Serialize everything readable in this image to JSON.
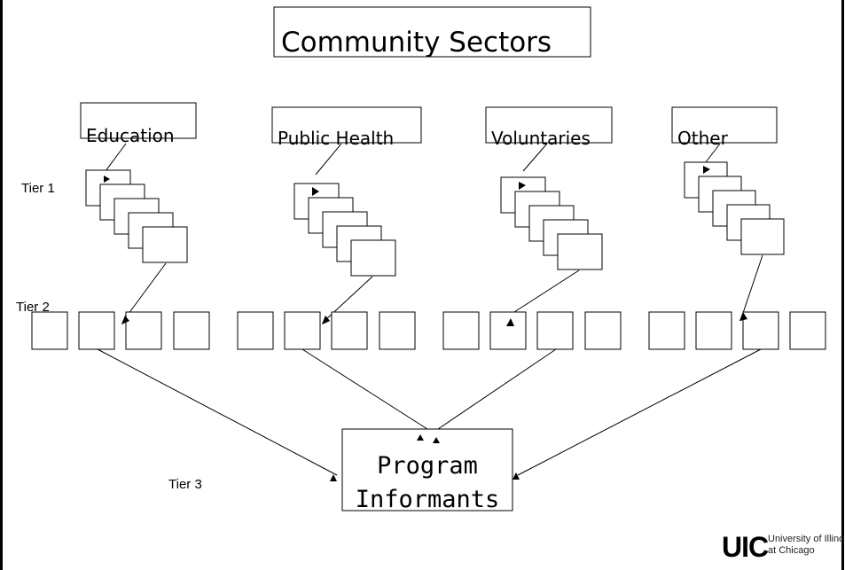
{
  "title": "Community Sectors",
  "sectors": [
    {
      "label": "Education"
    },
    {
      "label": "Public Health"
    },
    {
      "label": "Voluntaries"
    },
    {
      "label": "Other"
    }
  ],
  "tiers": {
    "tier1": "Tier 1",
    "tier2": "Tier 2",
    "tier3": "Tier 3"
  },
  "program": {
    "line1": "Program",
    "line2": "Informants"
  },
  "logo": {
    "mark": "UIC",
    "line1": "University of Illinois",
    "line2": "at Chicago"
  }
}
